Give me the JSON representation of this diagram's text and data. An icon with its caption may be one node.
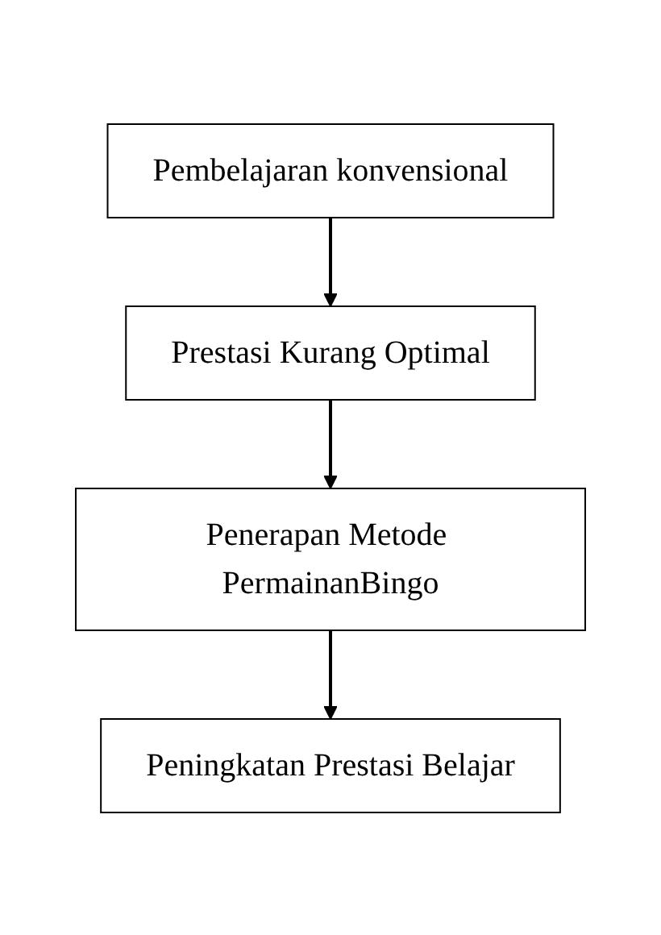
{
  "diagram": {
    "nodes": [
      {
        "text": [
          "Pembelajaran konvensional"
        ]
      },
      {
        "text": [
          "Prestasi Kurang Optimal"
        ]
      },
      {
        "text": [
          "Penerapan Metode PermainanBingo"
        ]
      },
      {
        "text": [
          "Peningkatan Prestasi Belajar"
        ]
      }
    ],
    "edges": [
      {
        "from": 0,
        "to": 1,
        "arrow": "to"
      },
      {
        "from": 1,
        "to": 2,
        "arrow": "to"
      },
      {
        "from": 2,
        "to": 3,
        "arrow": "to"
      }
    ]
  }
}
